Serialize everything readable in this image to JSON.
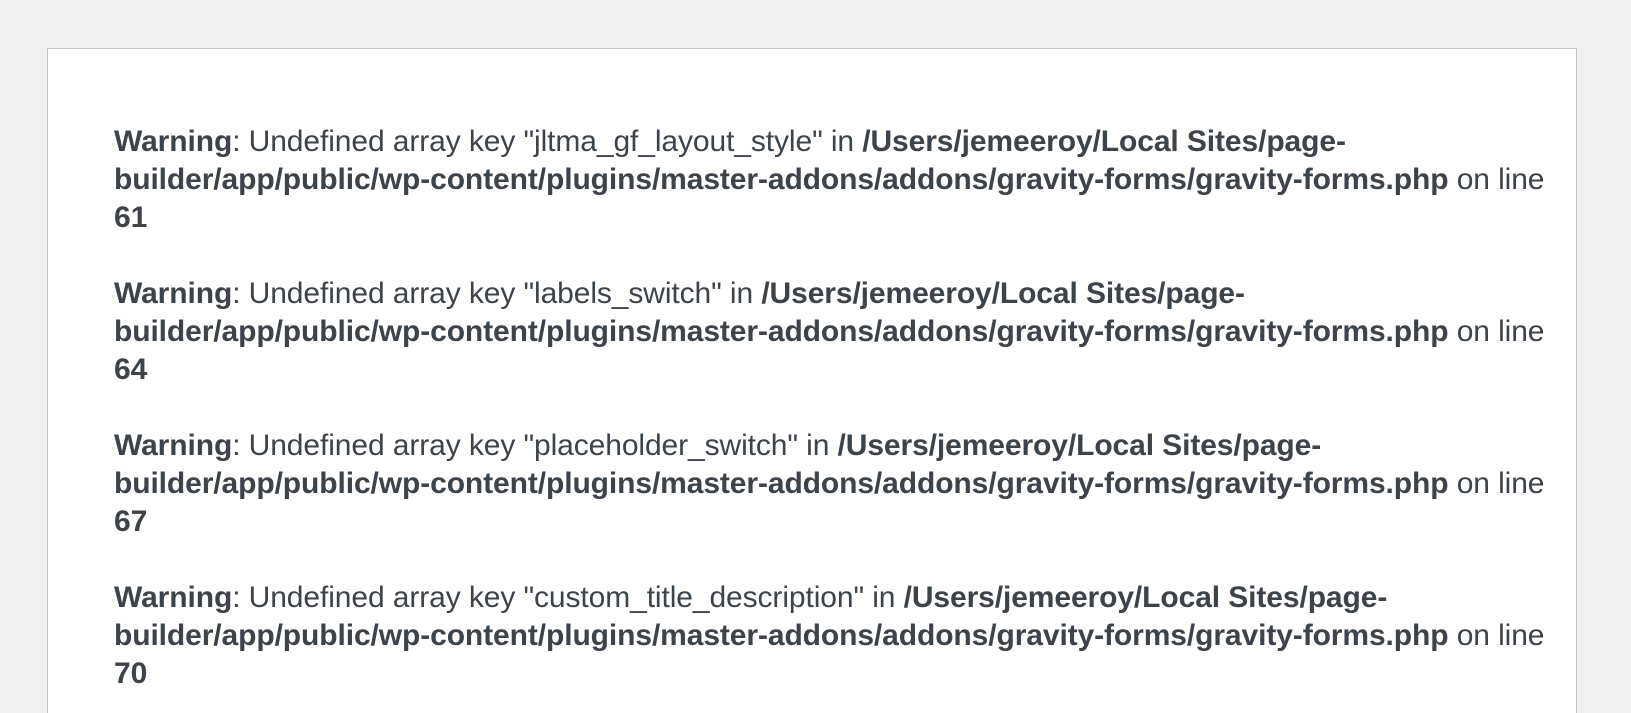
{
  "warnings": [
    {
      "label": "Warning",
      "message": ": Undefined array key \"jltma_gf_layout_style\" in ",
      "path": "/Users/jemeeroy/Local Sites/page-builder/app/public/wp-content/plugins/master-addons/addons/gravity-forms/gravity-forms.php",
      "on_line": " on line ",
      "line": "61"
    },
    {
      "label": "Warning",
      "message": ": Undefined array key \"labels_switch\" in ",
      "path": "/Users/jemeeroy/Local Sites/page-builder/app/public/wp-content/plugins/master-addons/addons/gravity-forms/gravity-forms.php",
      "on_line": " on line ",
      "line": "64"
    },
    {
      "label": "Warning",
      "message": ": Undefined array key \"placeholder_switch\" in ",
      "path": "/Users/jemeeroy/Local Sites/page-builder/app/public/wp-content/plugins/master-addons/addons/gravity-forms/gravity-forms.php",
      "on_line": " on line ",
      "line": "67"
    },
    {
      "label": "Warning",
      "message": ": Undefined array key \"custom_title_description\" in ",
      "path": "/Users/jemeeroy/Local Sites/page-builder/app/public/wp-content/plugins/master-addons/addons/gravity-forms/gravity-forms.php",
      "on_line": " on line ",
      "line": "70"
    }
  ]
}
